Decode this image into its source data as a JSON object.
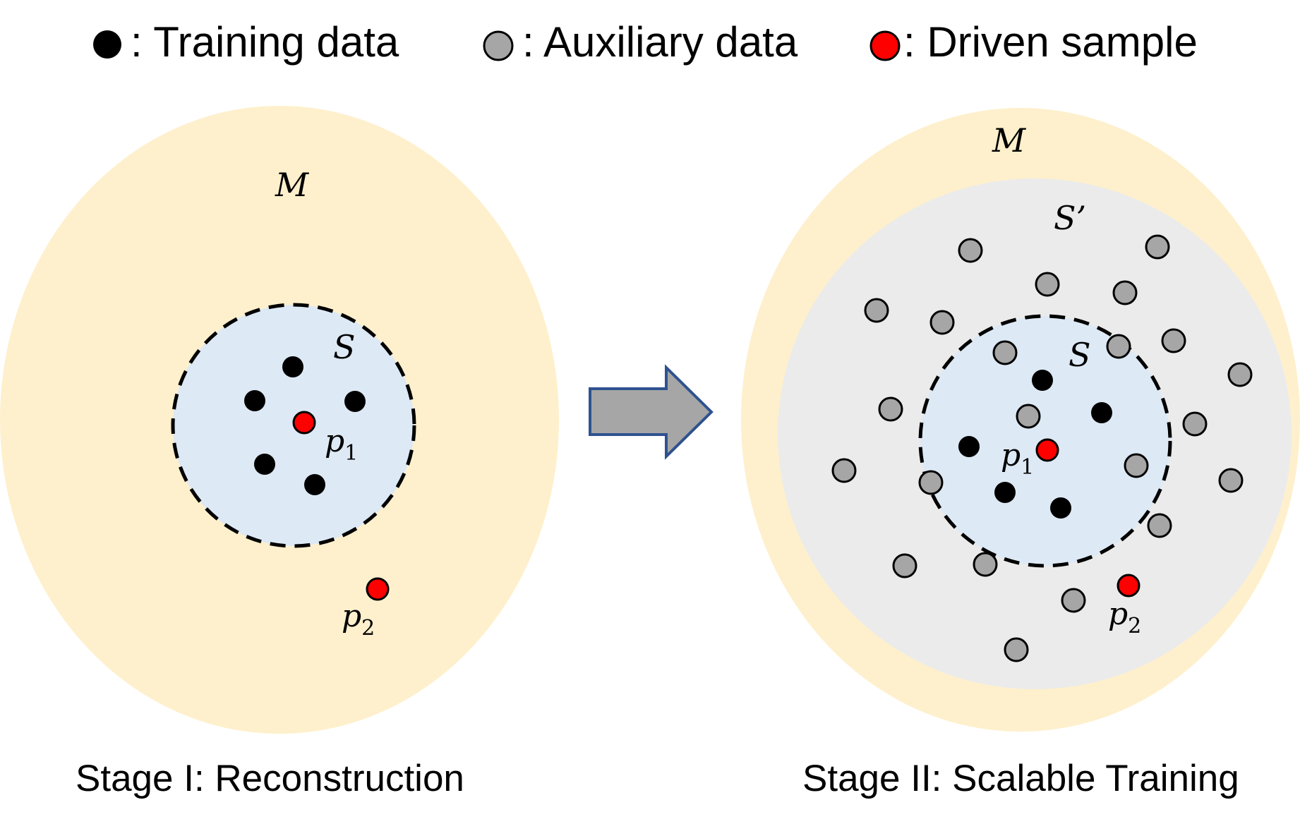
{
  "legend": {
    "training": ": Training data",
    "auxiliary": ": Auxiliary data",
    "driven": ": Driven sample"
  },
  "stage1": {
    "caption": "Stage I: Reconstruction",
    "manifold_label": "M",
    "subset_label": "S",
    "p1_base": "p",
    "p1_sub": "1",
    "p2_base": "p",
    "p2_sub": "2"
  },
  "stage2": {
    "caption": "Stage II: Scalable Training",
    "manifold_label": "M",
    "expanded_label": "S’",
    "subset_label": "S",
    "p1_base": "p",
    "p1_sub": "1",
    "p2_base": "p",
    "p2_sub": "2"
  },
  "colors": {
    "manifold_fill": "#FEF0CC",
    "subset_fill": "#DDE9F4",
    "expanded_fill": "#EBEBEB",
    "training_dot": "#000000",
    "auxiliary_dot": "#A6A6A6",
    "driven_dot": "#FF0000",
    "arrow_fill": "#A6A6A6",
    "arrow_stroke": "#2F528F"
  },
  "icons": {
    "arrow": "right-arrow-icon"
  }
}
